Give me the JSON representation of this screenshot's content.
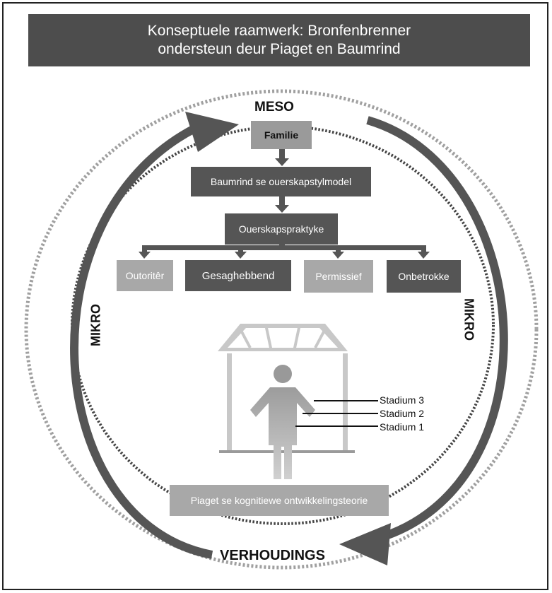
{
  "title": {
    "line1": "Konseptuele raamwerk: Bronfenbrenner",
    "line2": "ondersteun deur Piaget en Baumrind"
  },
  "labels": {
    "meso": "MESO",
    "mikro_left": "MIKRO",
    "mikro_right": "MIKRO",
    "verhoudings": "VERHOUDINGS"
  },
  "boxes": {
    "familie": "Familie",
    "baumrind": "Baumrind se ouerskapstylmodel",
    "praktyke": "Ouerskapspraktyke",
    "outoriter": "Outoritêr",
    "gesaghebbend": "Gesaghebbend",
    "permissief": "Permissief",
    "onbetrokke": "Onbetrokke",
    "piaget": "Piaget se kognitiewe ontwikkelingsteorie"
  },
  "stages": {
    "stage3": "Stadium 3",
    "stage2": "Stadium 2",
    "stage1": "Stadium 1"
  },
  "colors": {
    "dark_box": "#555555",
    "light_box": "#a8a8a8",
    "title_bg": "#4d4d4d",
    "ring_outer": "#a0a0a0",
    "ring_inner": "#444444",
    "arrow": "#555555"
  }
}
